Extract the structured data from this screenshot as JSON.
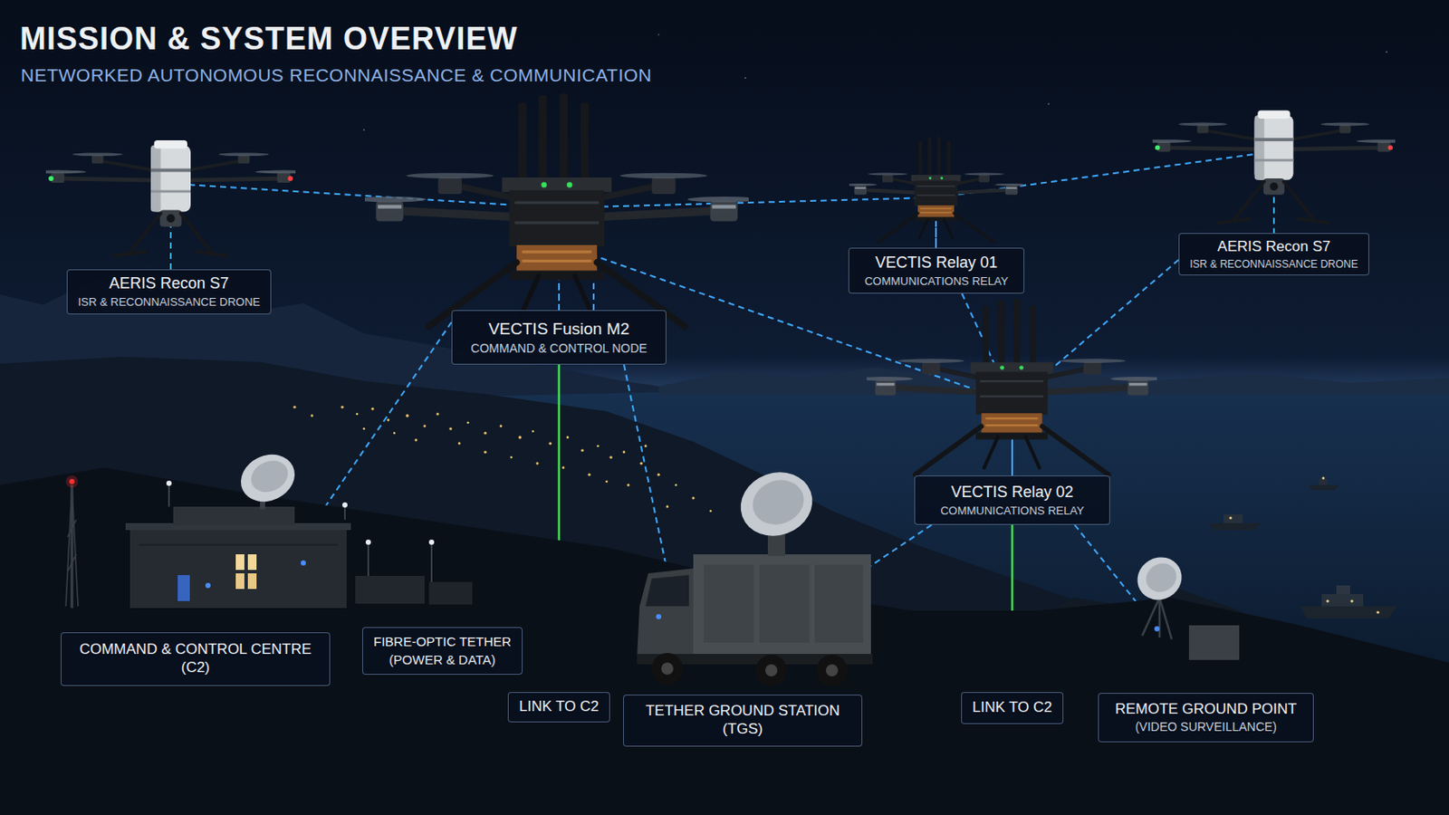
{
  "diagram": {
    "title": "MISSION & SYSTEM OVERVIEW",
    "nodes": [
      {
        "text": [
          "AERIS Recon S7",
          "ISR & RECONNAISSANCE DRONE"
        ]
      },
      {
        "text": [
          "VECTIS Fusion M2",
          "COMMAND & CONTROL NODE"
        ]
      },
      {
        "text": [
          "VECTIS Relay 01",
          "COMMUNICATIONS RELAY"
        ]
      },
      {
        "text": [
          "AERIS Recon S7",
          "ISR & RECONNAISSANCE DRONE"
        ]
      },
      {
        "text": [
          "VECTIS Relay 02",
          "COMMUNICATIONS RELAY"
        ]
      },
      {
        "text": [
          "COMMAND & CONTROL CENTRE (C2)"
        ]
      },
      {
        "text": [
          "FIBRE-OPTIC TETHER",
          "(POWER & DATA)"
        ]
      },
      {
        "text": [
          "LINK TO C2"
        ]
      },
      {
        "text": [
          "TETHER GROUND STATION (TGS)"
        ]
      },
      {
        "text": [
          "LINK TO C2"
        ]
      },
      {
        "text": [
          "REMOTE GROUND POINT",
          "(VIDEO SURVEILLANCE)"
        ]
      }
    ],
    "edges": [
      {
        "from": 0,
        "to": 1,
        "arrow": "none"
      },
      {
        "from": 1,
        "to": 2,
        "arrow": "none"
      },
      {
        "from": 2,
        "to": 3,
        "arrow": "none"
      },
      {
        "from": 1,
        "to": 4,
        "arrow": "none"
      },
      {
        "from": 2,
        "to": 4,
        "arrow": "none"
      },
      {
        "from": 3,
        "to": 4,
        "arrow": "none"
      },
      {
        "from": 1,
        "to": 5,
        "arrow": "none"
      },
      {
        "from": 1,
        "to": 8,
        "arrow": "none"
      },
      {
        "from": 4,
        "to": 8,
        "arrow": "none"
      },
      {
        "from": 4,
        "to": 10,
        "arrow": "none"
      },
      {
        "from": 5,
        "to": 8,
        "arrow": "none"
      },
      {
        "from": 1,
        "to": 7,
        "arrow": "none"
      },
      {
        "from": 4,
        "to": 9,
        "arrow": "none"
      }
    ],
    "labels": [
      "NETWORKED AUTONOMOUS RECONNAISSANCE & COMMUNICATION"
    ]
  }
}
